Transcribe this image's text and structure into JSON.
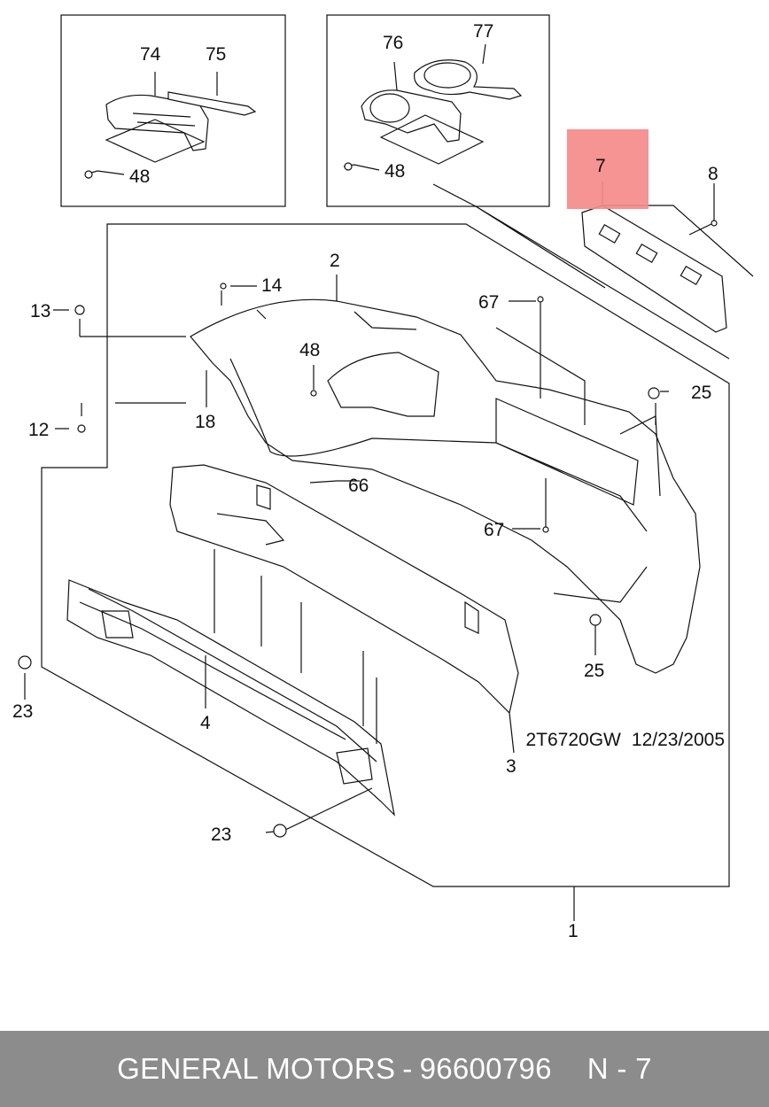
{
  "diagram": {
    "callouts": {
      "c74": "74",
      "c75": "75",
      "c48a": "48",
      "c76": "76",
      "c77": "77",
      "c48b": "48",
      "c7": "7",
      "c8": "8",
      "c2": "2",
      "c14": "14",
      "c13": "13",
      "c12": "12",
      "c18": "18",
      "c48c": "48",
      "c67a": "67",
      "c25a": "25",
      "c66": "66",
      "c67b": "67",
      "c25b": "25",
      "c23a": "23",
      "c4": "4",
      "c3": "3",
      "c23b": "23",
      "c1": "1"
    },
    "highlight_color": "#f58a8a",
    "line_color": "#111111"
  },
  "code": {
    "drawing": "2T6720GW",
    "date": "12/23/2005"
  },
  "footer": {
    "brand": "GENERAL MOTORS",
    "separator": "-",
    "part_number": "96600796",
    "page": "N - 7",
    "background": "#8c8c8c"
  }
}
